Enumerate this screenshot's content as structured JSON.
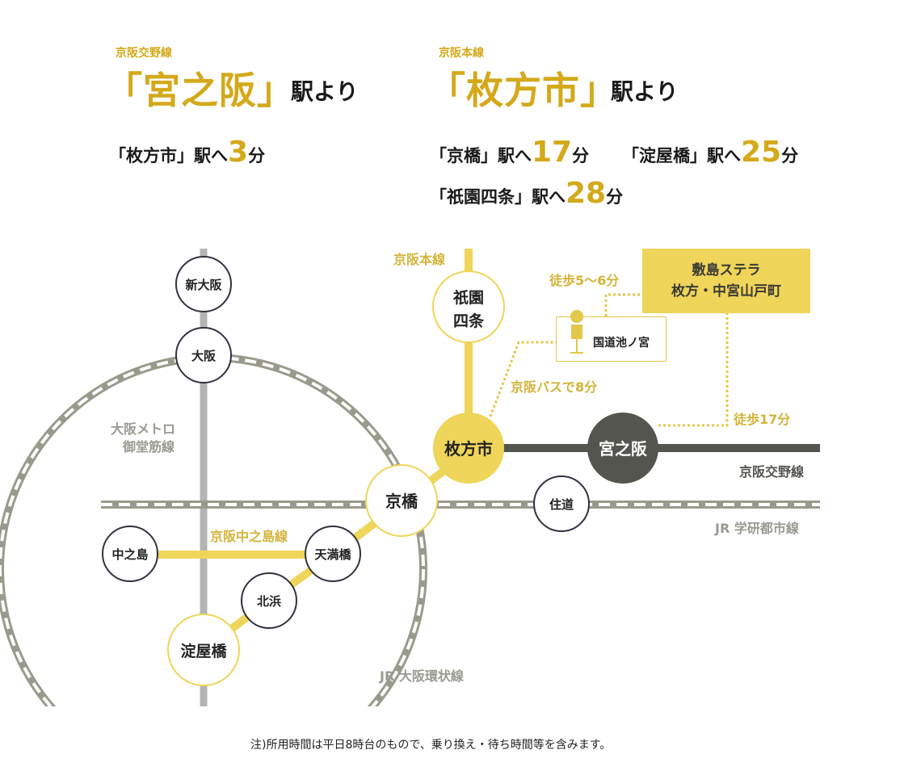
{
  "header": {
    "left": {
      "line_name": "京阪交野線",
      "station_title": "「宮之阪」",
      "suffix": "駅より",
      "routes": [
        {
          "prefix": "「枚方市」駅へ",
          "minutes": "3",
          "unit": "分"
        }
      ]
    },
    "right": {
      "line_name": "京阪本線",
      "station_title": "「枚方市」",
      "suffix": "駅より",
      "routes": [
        {
          "prefix": "「京橋」駅へ",
          "minutes": "17",
          "unit": "分"
        },
        {
          "prefix": "「淀屋橋」駅へ",
          "minutes": "25",
          "unit": "分"
        },
        {
          "prefix": "「祇園四条」駅へ",
          "minutes": "28",
          "unit": "分"
        }
      ]
    }
  },
  "map": {
    "colors": {
      "gold": "#efd55a",
      "gold_text": "#d4b43a",
      "jr_gray": "#9a9a8c",
      "metro_gray": "#b4b4b4",
      "dark": "#55554f"
    },
    "line_labels": {
      "keihan_main": "京阪本線",
      "metro_midosuji_1": "大阪メトロ",
      "metro_midosuji_2": "御堂筋線",
      "keihan_nakanoshima": "京阪中之島線",
      "keihan_katano": "京阪交野線",
      "jr_gakkentoshi": "JR 学研都市線",
      "jr_loop": "JR 大阪環状線",
      "keihan_bus": "京阪バスで8分"
    },
    "stations": {
      "shin_osaka": "新大阪",
      "osaka": "大阪",
      "gion_shijo_1": "祇園",
      "gion_shijo_2": "四条",
      "hirakatashi": "枚方市",
      "miyanosaka": "宮之阪",
      "kyobashi": "京橋",
      "sumimichi": "住道",
      "nakanoshima": "中之島",
      "temmabashi": "天満橋",
      "kitahama": "北浜",
      "yodoyabashi": "淀屋橋"
    },
    "bus_stop": "国道池ノ宮",
    "walk_from_bus": "徒歩5〜6分",
    "walk_from_station": "徒歩17分",
    "destination": {
      "line1": "敷島ステラ",
      "line2": "枚方・中宮山戸町"
    }
  },
  "footnote": "注)所用時間は平日8時台のもので、乗り換え・待ち時間等を含みます。"
}
